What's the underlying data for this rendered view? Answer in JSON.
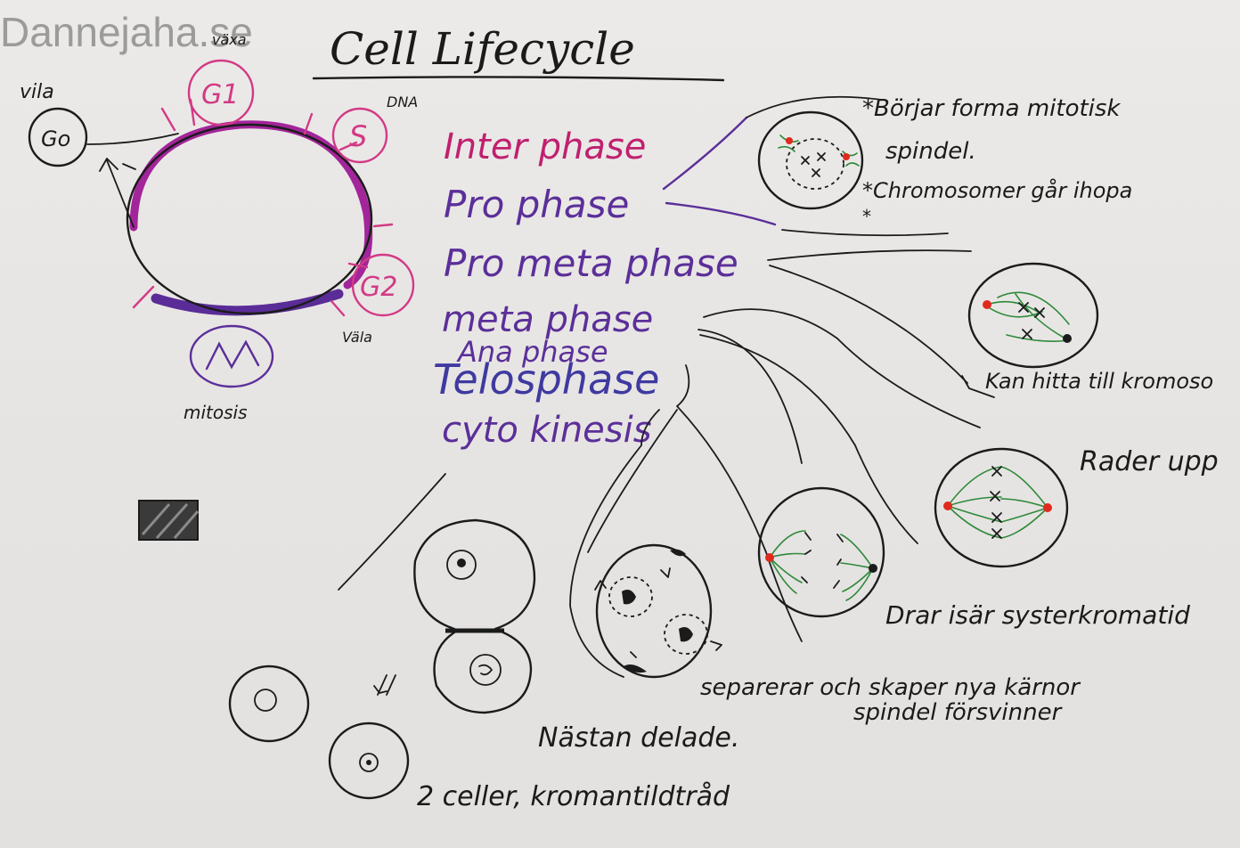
{
  "watermark": "Dannejaha.se",
  "title": "Cell Lifecycle",
  "cycle": {
    "vila": "vila",
    "g0": "Go",
    "vaxa": "växa",
    "g1": "G1",
    "dna": "DNA",
    "s": "S",
    "g2": "G2",
    "vala": "Väla",
    "mitosis": "mitosis"
  },
  "phases": [
    {
      "label": "Inter phase",
      "color": "#c0206f"
    },
    {
      "label": "Pro phase",
      "color": "#5b2f99"
    },
    {
      "label": "Pro meta phase",
      "color": "#5b2f99"
    },
    {
      "label": "meta phase",
      "color": "#5b2f99"
    },
    {
      "label": "Ana phase",
      "color": "#5b2f99"
    },
    {
      "label": "Telosphase",
      "color": "#3f3aa0"
    },
    {
      "label": "cyto kinesis",
      "color": "#5b2f99"
    }
  ],
  "notes": {
    "prophase_1": "*Börjar forma mitotisk",
    "prophase_2": "spindel.",
    "prophase_3": "*Chromosomer går ihopa",
    "prophase_4": "*",
    "prometa": "Kan hitta till kromoso",
    "meta": "Rader upp",
    "ana": "Drar isär systerkromatid",
    "telo_1": "separerar och skaper nya kärnor",
    "telo_2": "spindel försvinner",
    "cyto_1": "Nästan delade.",
    "cyto_2": "2 celler, kromantildtråd"
  },
  "colors": {
    "paper": "#e9e7e5",
    "ink": "#1b1b1b",
    "pink": "#d23a86",
    "magenta": "#a3259a",
    "purple": "#5b2f99",
    "green": "#2e8a3a",
    "red": "#e02a1d",
    "watermark": "#8e8e8e"
  }
}
